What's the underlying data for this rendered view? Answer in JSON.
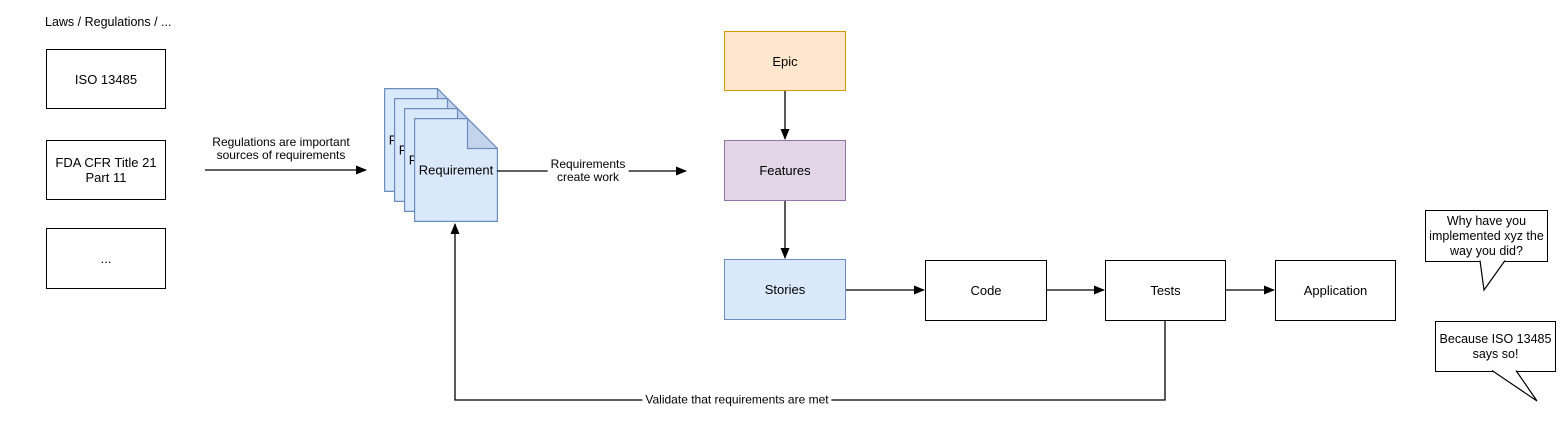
{
  "header": {
    "title": "Laws / Regulations / ..."
  },
  "regulations": {
    "items": [
      "ISO 13485",
      "FDA CFR Title 21\nPart 11",
      "..."
    ]
  },
  "requirement_doc": {
    "label": "Requirement",
    "stack_count": 4
  },
  "flow": {
    "epic": "Epic",
    "features": "Features",
    "stories": "Stories",
    "code": "Code",
    "tests": "Tests",
    "application": "Application"
  },
  "edges": {
    "sources_label": "Regulations are important\nsources of requirements",
    "create_work_label": "Requirements\ncreate work",
    "validate_label": "Validate that requirements are met"
  },
  "speech": {
    "question": "Why have you\nimplemented xyz the\nway you did?",
    "answer": "Because ISO 13485\nsays so!"
  },
  "colors": {
    "doc_fill": "#dae8fc",
    "doc_stroke": "#6c8ebf",
    "doc_fold": "#c3d4ec",
    "epic_fill": "#ffe6cc",
    "epic_stroke": "#d79b00",
    "features_fill": "#e1d5e7",
    "features_stroke": "#9673a6",
    "stories_fill": "#dae8fc",
    "stories_stroke": "#6c8ebf",
    "plain_stroke": "#000000",
    "line": "#000000",
    "background": "#ffffff"
  }
}
